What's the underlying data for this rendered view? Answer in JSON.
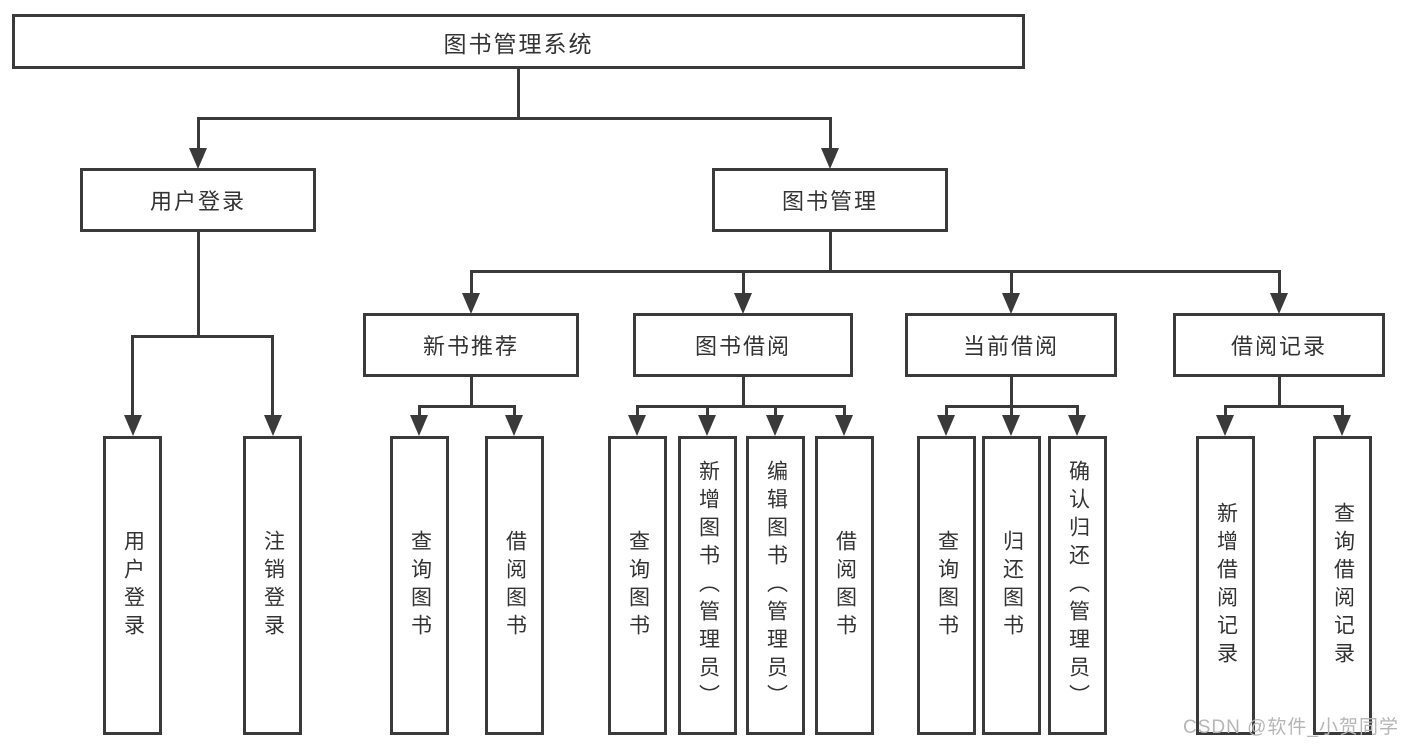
{
  "diagram": {
    "root": {
      "label": "图书管理系统"
    },
    "branches": [
      {
        "label": "用户登录",
        "children": [
          {
            "label": "用户登录"
          },
          {
            "label": "注销登录"
          }
        ]
      },
      {
        "label": "图书管理",
        "children": [
          {
            "label": "新书推荐",
            "children": [
              {
                "label": "查询图书"
              },
              {
                "label": "借阅图书"
              }
            ]
          },
          {
            "label": "图书借阅",
            "children": [
              {
                "label": "查询图书"
              },
              {
                "label": "新增图书（管理员）"
              },
              {
                "label": "编辑图书（管理员）"
              },
              {
                "label": "借阅图书"
              }
            ]
          },
          {
            "label": "当前借阅",
            "children": [
              {
                "label": "查询图书"
              },
              {
                "label": "归还图书"
              },
              {
                "label": "确认归还（管理员）"
              }
            ]
          },
          {
            "label": "借阅记录",
            "children": [
              {
                "label": "新增借阅记录"
              },
              {
                "label": "查询借阅记录"
              }
            ]
          }
        ]
      }
    ]
  },
  "colors": {
    "line": "#3a3a3a",
    "text": "#333333",
    "watermark": "#b6b6b6",
    "background": "#ffffff"
  },
  "watermark": {
    "text": "CSDN @软件_小贺同学"
  }
}
